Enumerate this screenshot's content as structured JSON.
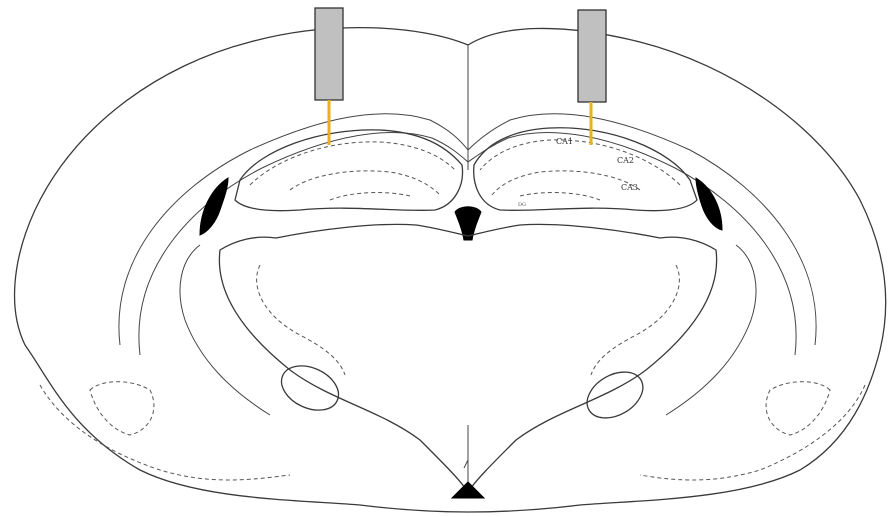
{
  "labels": {
    "ca1": "CA1",
    "ca2": "CA2",
    "ca3": "CA3",
    "dg": "DG"
  },
  "colors": {
    "electrode_body": "#c0c0c0",
    "electrode_wire": "#e8b020",
    "outline": "#3a3a3a",
    "ventricle": "#000000"
  },
  "electrodes": [
    {
      "side": "left-hemisphere",
      "icon": "electrode-probe"
    },
    {
      "side": "right-hemisphere",
      "icon": "electrode-probe"
    }
  ]
}
